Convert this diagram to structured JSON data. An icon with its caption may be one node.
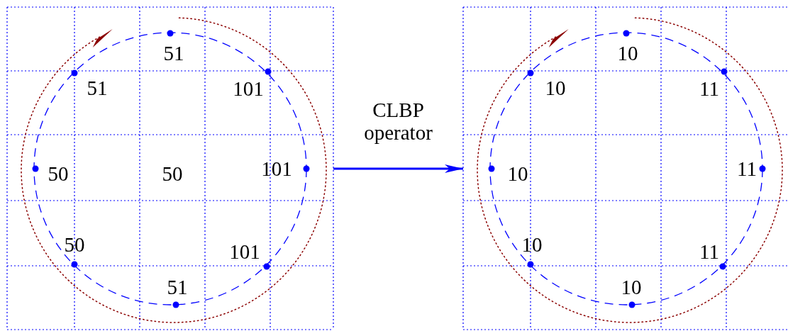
{
  "diagram": {
    "nodes": [
      {
        "text": [],
        "shape": "picture"
      },
      {
        "text": [],
        "shape": "picture"
      }
    ],
    "edges": [
      {
        "from": 0,
        "to": 1,
        "arrow": "to",
        "label": "CLBP operator"
      }
    ],
    "labels": [
      "51",
      "51",
      "101",
      "50",
      "50",
      "101",
      "50",
      "101",
      "51",
      "10",
      "10",
      "11",
      "10",
      "11",
      "10",
      "11",
      "10"
    ]
  }
}
